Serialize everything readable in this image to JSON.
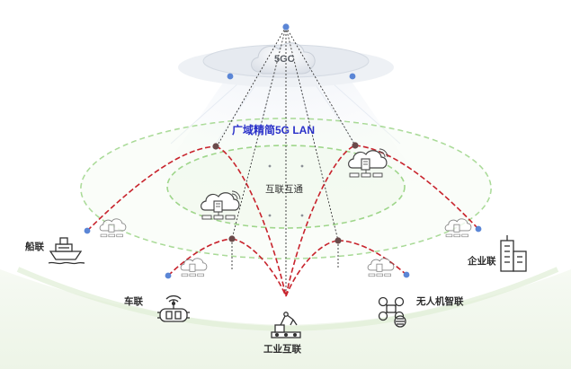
{
  "core": {
    "label": "5GC"
  },
  "lan": {
    "title": "广域精简5G LAN"
  },
  "center": {
    "label": "互联互通"
  },
  "scenarios": {
    "ship": "船联",
    "vehicle": "车联",
    "industry": "工业互联",
    "drone": "无人机智联",
    "enterprise": "企业联"
  },
  "colors": {
    "dashed_arc": "#c8232c",
    "ring": "#8fd07b",
    "node": "#5b86d6",
    "cloud": "#e9ecf1",
    "title": "#2a31c9"
  },
  "icons": [
    "cloud-server-icon",
    "ship-icon",
    "car-icon",
    "factory-robot-icon",
    "drone-icon",
    "building-icon"
  ]
}
